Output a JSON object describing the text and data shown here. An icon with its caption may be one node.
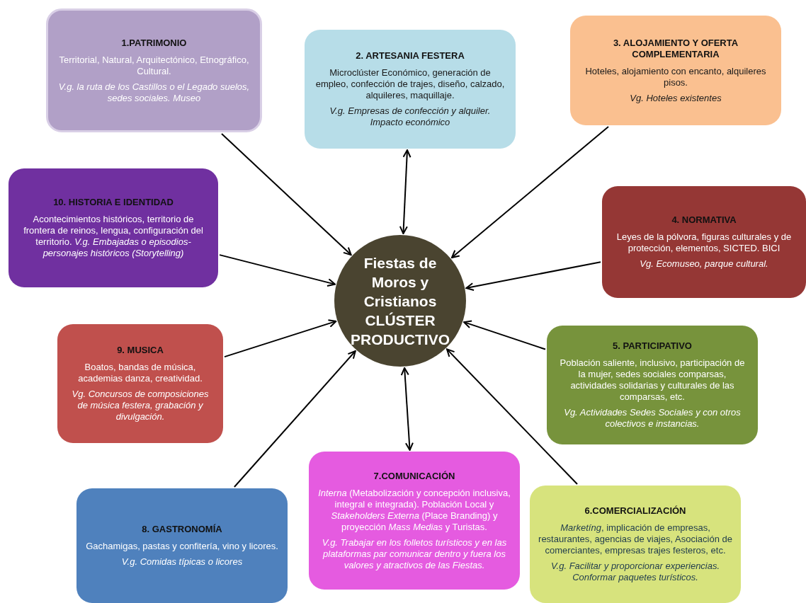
{
  "diagram": {
    "nodes": [
      {
        "text": [
          "Fiestas de Moros y Cristianos",
          "CLÚSTER PRODUCTIVO"
        ]
      },
      {
        "text": [
          "1.PATRIMONIO",
          "Territorial, Natural, Arquitectónico, Etnográfico, Cultural.",
          "V.g.  la ruta de los Castillos o el Legado suelos, sedes sociales. Museo"
        ]
      },
      {
        "text": [
          "2. ARTESANIA FESTERA",
          "Microclúster Económico, generación de empleo, confección de trajes, diseño, calzado, alquileres, maquillaje.",
          "V.g. Empresas de confección y alquiler. Impacto económico"
        ]
      },
      {
        "text": [
          "3. ALOJAMIENTO Y OFERTA COMPLEMENTARIA",
          "Hoteles, alojamiento con encanto, alquileres pisos.",
          "Vg. Hoteles existentes"
        ]
      },
      {
        "text": [
          "4. NORMATIVA",
          "Leyes de la pólvora, figuras culturales y de protección, elementos, SICTED. BICI",
          "Vg. Ecomuseo, parque cultural."
        ]
      },
      {
        "text": [
          "5. PARTICIPATIVO",
          "Población saliente, inclusivo, participación de la mujer, sedes sociales comparsas, actividades solidarias y culturales de las comparsas, etc.",
          "Vg. Actividades Sedes Sociales  y con otros colectivos e instancias."
        ]
      },
      {
        "text": [
          "6.COMERCIALIZACIÓN",
          "*Marketíng*, implicación de empresas, restaurantes, agencias de viajes, Asociación de comerciantes, empresas trajes festeros, etc.",
          "V.g. Facilitar y proporcionar experiencias. Conformar paquetes turísticos."
        ]
      },
      {
        "text": [
          "7.COMUNICACIÓN",
          "*Interna* (Metabolización y concepción inclusiva, integral e integrada). Población Local y *Stakeholders Externa* (Place Branding) y proyección *Mass Medias* y Turistas.",
          "V.g. Trabajar en los folletos turísticos y en las plataformas par comunicar dentro y fuera los valores y atractivos de las Fiestas."
        ]
      },
      {
        "text": [
          "8. GASTRONOMÍA",
          "Gachamigas, pastas y confitería, vino y licores.",
          "V.g. Comidas típicas o licores"
        ]
      },
      {
        "text": [
          "9. MUSICA",
          "Boatos, bandas de música, academias danza, creatividad.",
          "Vg. Concursos de composiciones de música festera, grabación y divulgación."
        ]
      },
      {
        "text": [
          "10. HISTORIA E IDENTIDAD",
          "Acontecimientos históricos, territorio de frontera de reinos, lengua, configuración del territorio. *V.g. Embajadas o episodios-personajes históricos (Storytelling)*"
        ]
      }
    ],
    "edges": [
      {
        "from": 1,
        "to": 0,
        "arrow": "to"
      },
      {
        "from": 2,
        "to": 0,
        "arrow": "both"
      },
      {
        "from": 3,
        "to": 0,
        "arrow": "to"
      },
      {
        "from": 4,
        "to": 0,
        "arrow": "to"
      },
      {
        "from": 5,
        "to": 0,
        "arrow": "to"
      },
      {
        "from": 6,
        "to": 0,
        "arrow": "to"
      },
      {
        "from": 7,
        "to": 0,
        "arrow": "both"
      },
      {
        "from": 8,
        "to": 0,
        "arrow": "to"
      },
      {
        "from": 9,
        "to": 0,
        "arrow": "to"
      },
      {
        "from": 10,
        "to": 0,
        "arrow": "to"
      }
    ]
  }
}
